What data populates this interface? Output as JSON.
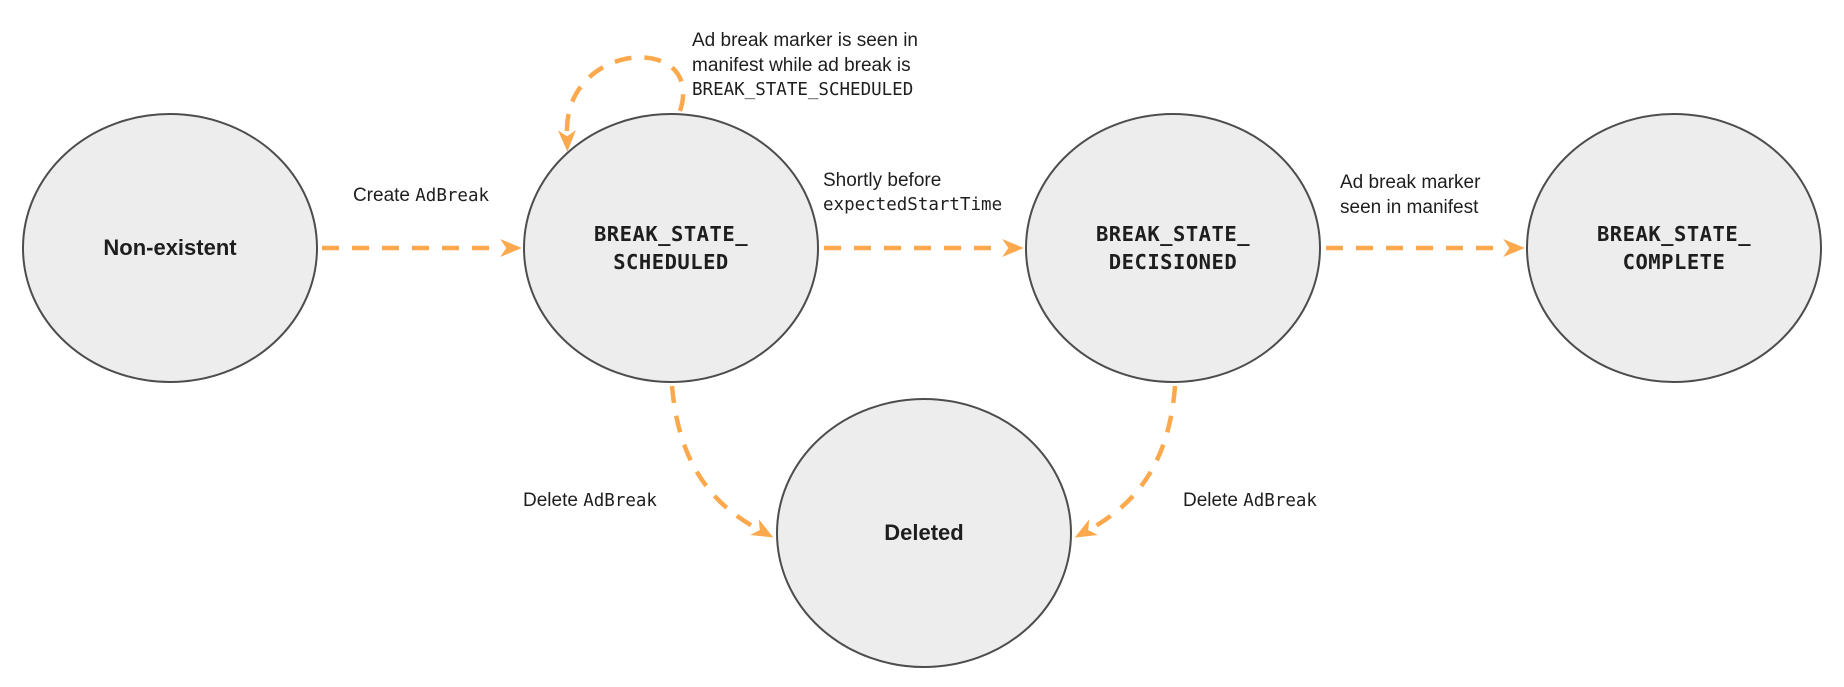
{
  "colors": {
    "arrow": "#FBA94C",
    "node-fill": "#EDEDED",
    "node-border": "#4D4D4D",
    "text": "#1E1E1E",
    "bg": "#FFFFFF"
  },
  "nodes": {
    "non_existent": {
      "label": "Non-existent"
    },
    "scheduled": {
      "line1": "BREAK_STATE_",
      "line2": "SCHEDULED"
    },
    "decisioned": {
      "line1": "BREAK_STATE_",
      "line2": "DECISIONED"
    },
    "complete": {
      "line1": "BREAK_STATE_",
      "line2": "COMPLETE"
    },
    "deleted": {
      "label": "Deleted"
    }
  },
  "edges": {
    "create": {
      "text": "Create",
      "code": "AdBreak"
    },
    "self_loop": {
      "line1": "Ad break marker is seen in",
      "line2": "manifest while ad break is",
      "code": "BREAK_STATE_SCHEDULED"
    },
    "shortly_before": {
      "text": "Shortly before",
      "code": "expectedStartTime"
    },
    "marker_seen": {
      "line1": "Ad break marker",
      "line2": "seen in manifest"
    },
    "delete_from_scheduled": {
      "text": "Delete",
      "code": "AdBreak"
    },
    "delete_from_decisioned": {
      "text": "Delete",
      "code": "AdBreak"
    }
  }
}
